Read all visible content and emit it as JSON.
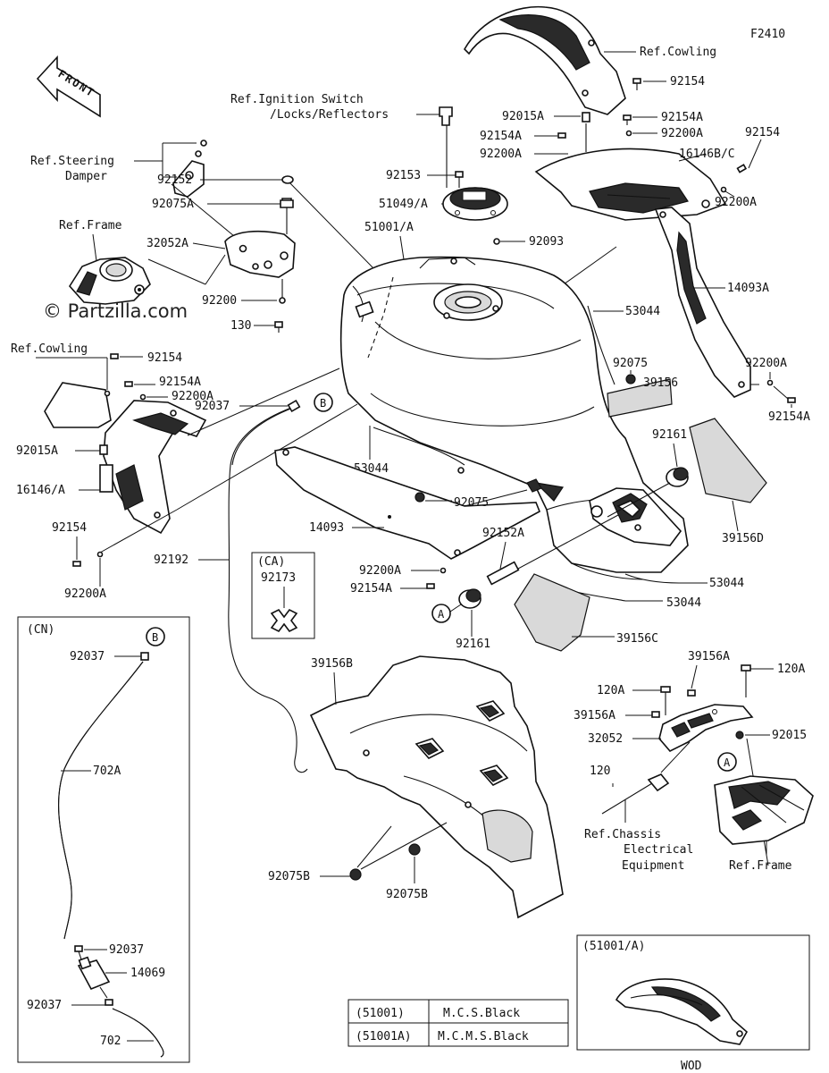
{
  "figure_code": "F2410",
  "watermark": "© Partzilla.com",
  "front_label": "FRONT",
  "references": {
    "cowling_top": "Ref.Cowling",
    "ignition_1": "Ref.Ignition Switch",
    "ignition_2": "/Locks/Reflectors",
    "steering_1": "Ref.Steering",
    "steering_2": "Damper",
    "frame_left": "Ref.Frame",
    "cowling_left": "Ref.Cowling",
    "chassis_1": "Ref.Chassis",
    "chassis_2": "Electrical",
    "chassis_3": "Equipment",
    "frame_right": "Ref.Frame"
  },
  "callouts": {
    "a_92154_top": "92154",
    "a_92015A_top": "92015A",
    "a_92154A_top": "92154A",
    "a_92154A_mid": "92154A",
    "a_92200A_top": "92200A",
    "a_92200A_mid": "92200A",
    "a_16146BC": "16146B/C",
    "a_92154_right": "92154",
    "a_92200A_right": "92200A",
    "a_92153": "92153",
    "a_51049A": "51049/A",
    "a_92093": "92093",
    "a_51001A": "51001/A",
    "a_92152": "92152",
    "a_92075A": "92075A",
    "a_32052A": "32052A",
    "a_92200": "92200",
    "a_130": "130",
    "a_92154_left": "92154",
    "a_92154A_left": "92154A",
    "a_92200A_left": "92200A",
    "a_92037": "92037",
    "a_92015A_left": "92015A",
    "a_16146A": "16146/A",
    "a_92154_low": "92154",
    "a_92200A_low": "92200A",
    "a_92192": "92192",
    "a_14093A": "14093A",
    "a_53044_top": "53044",
    "a_92075_top": "92075",
    "a_39156": "39156",
    "a_92200A_far": "92200A",
    "a_92154A_far": "92154A",
    "a_53044_mid": "53044",
    "a_92075_mid": "92075",
    "a_92161_top": "92161",
    "a_14093": "14093",
    "a_92152A": "92152A",
    "a_39156D": "39156D",
    "a_92200A_bot": "92200A",
    "a_92154A_bot": "92154A",
    "a_53044_r1": "53044",
    "a_53044_r2": "53044",
    "a_92161_bot": "92161",
    "a_39156C": "39156C",
    "a_39156B": "39156B",
    "a_39156A": "39156A",
    "a_120A_1": "120A",
    "a_120A_2": "120A",
    "a_39156A_2": "39156A",
    "a_32052": "32052",
    "a_92015": "92015",
    "a_120": "120",
    "a_92075B_1": "92075B",
    "a_92075B_2": "92075B"
  },
  "markers": {
    "a": "A",
    "b": "B"
  },
  "ca_box": {
    "title": "(CA)",
    "part": "92173"
  },
  "cn_box": {
    "title": "(CN)",
    "marker": "B",
    "p_92037_top": "92037",
    "p_702A": "702A",
    "p_92037_mid": "92037",
    "p_14069": "14069",
    "p_92037_bot": "92037",
    "p_702": "702"
  },
  "color_table": [
    {
      "code": "(51001)",
      "color": "M.C.S.Black"
    },
    {
      "code": "(51001A)",
      "color": "M.C.M.S.Black"
    }
  ],
  "variant_box": {
    "title": "(51001/A)",
    "caption": "WOD"
  }
}
